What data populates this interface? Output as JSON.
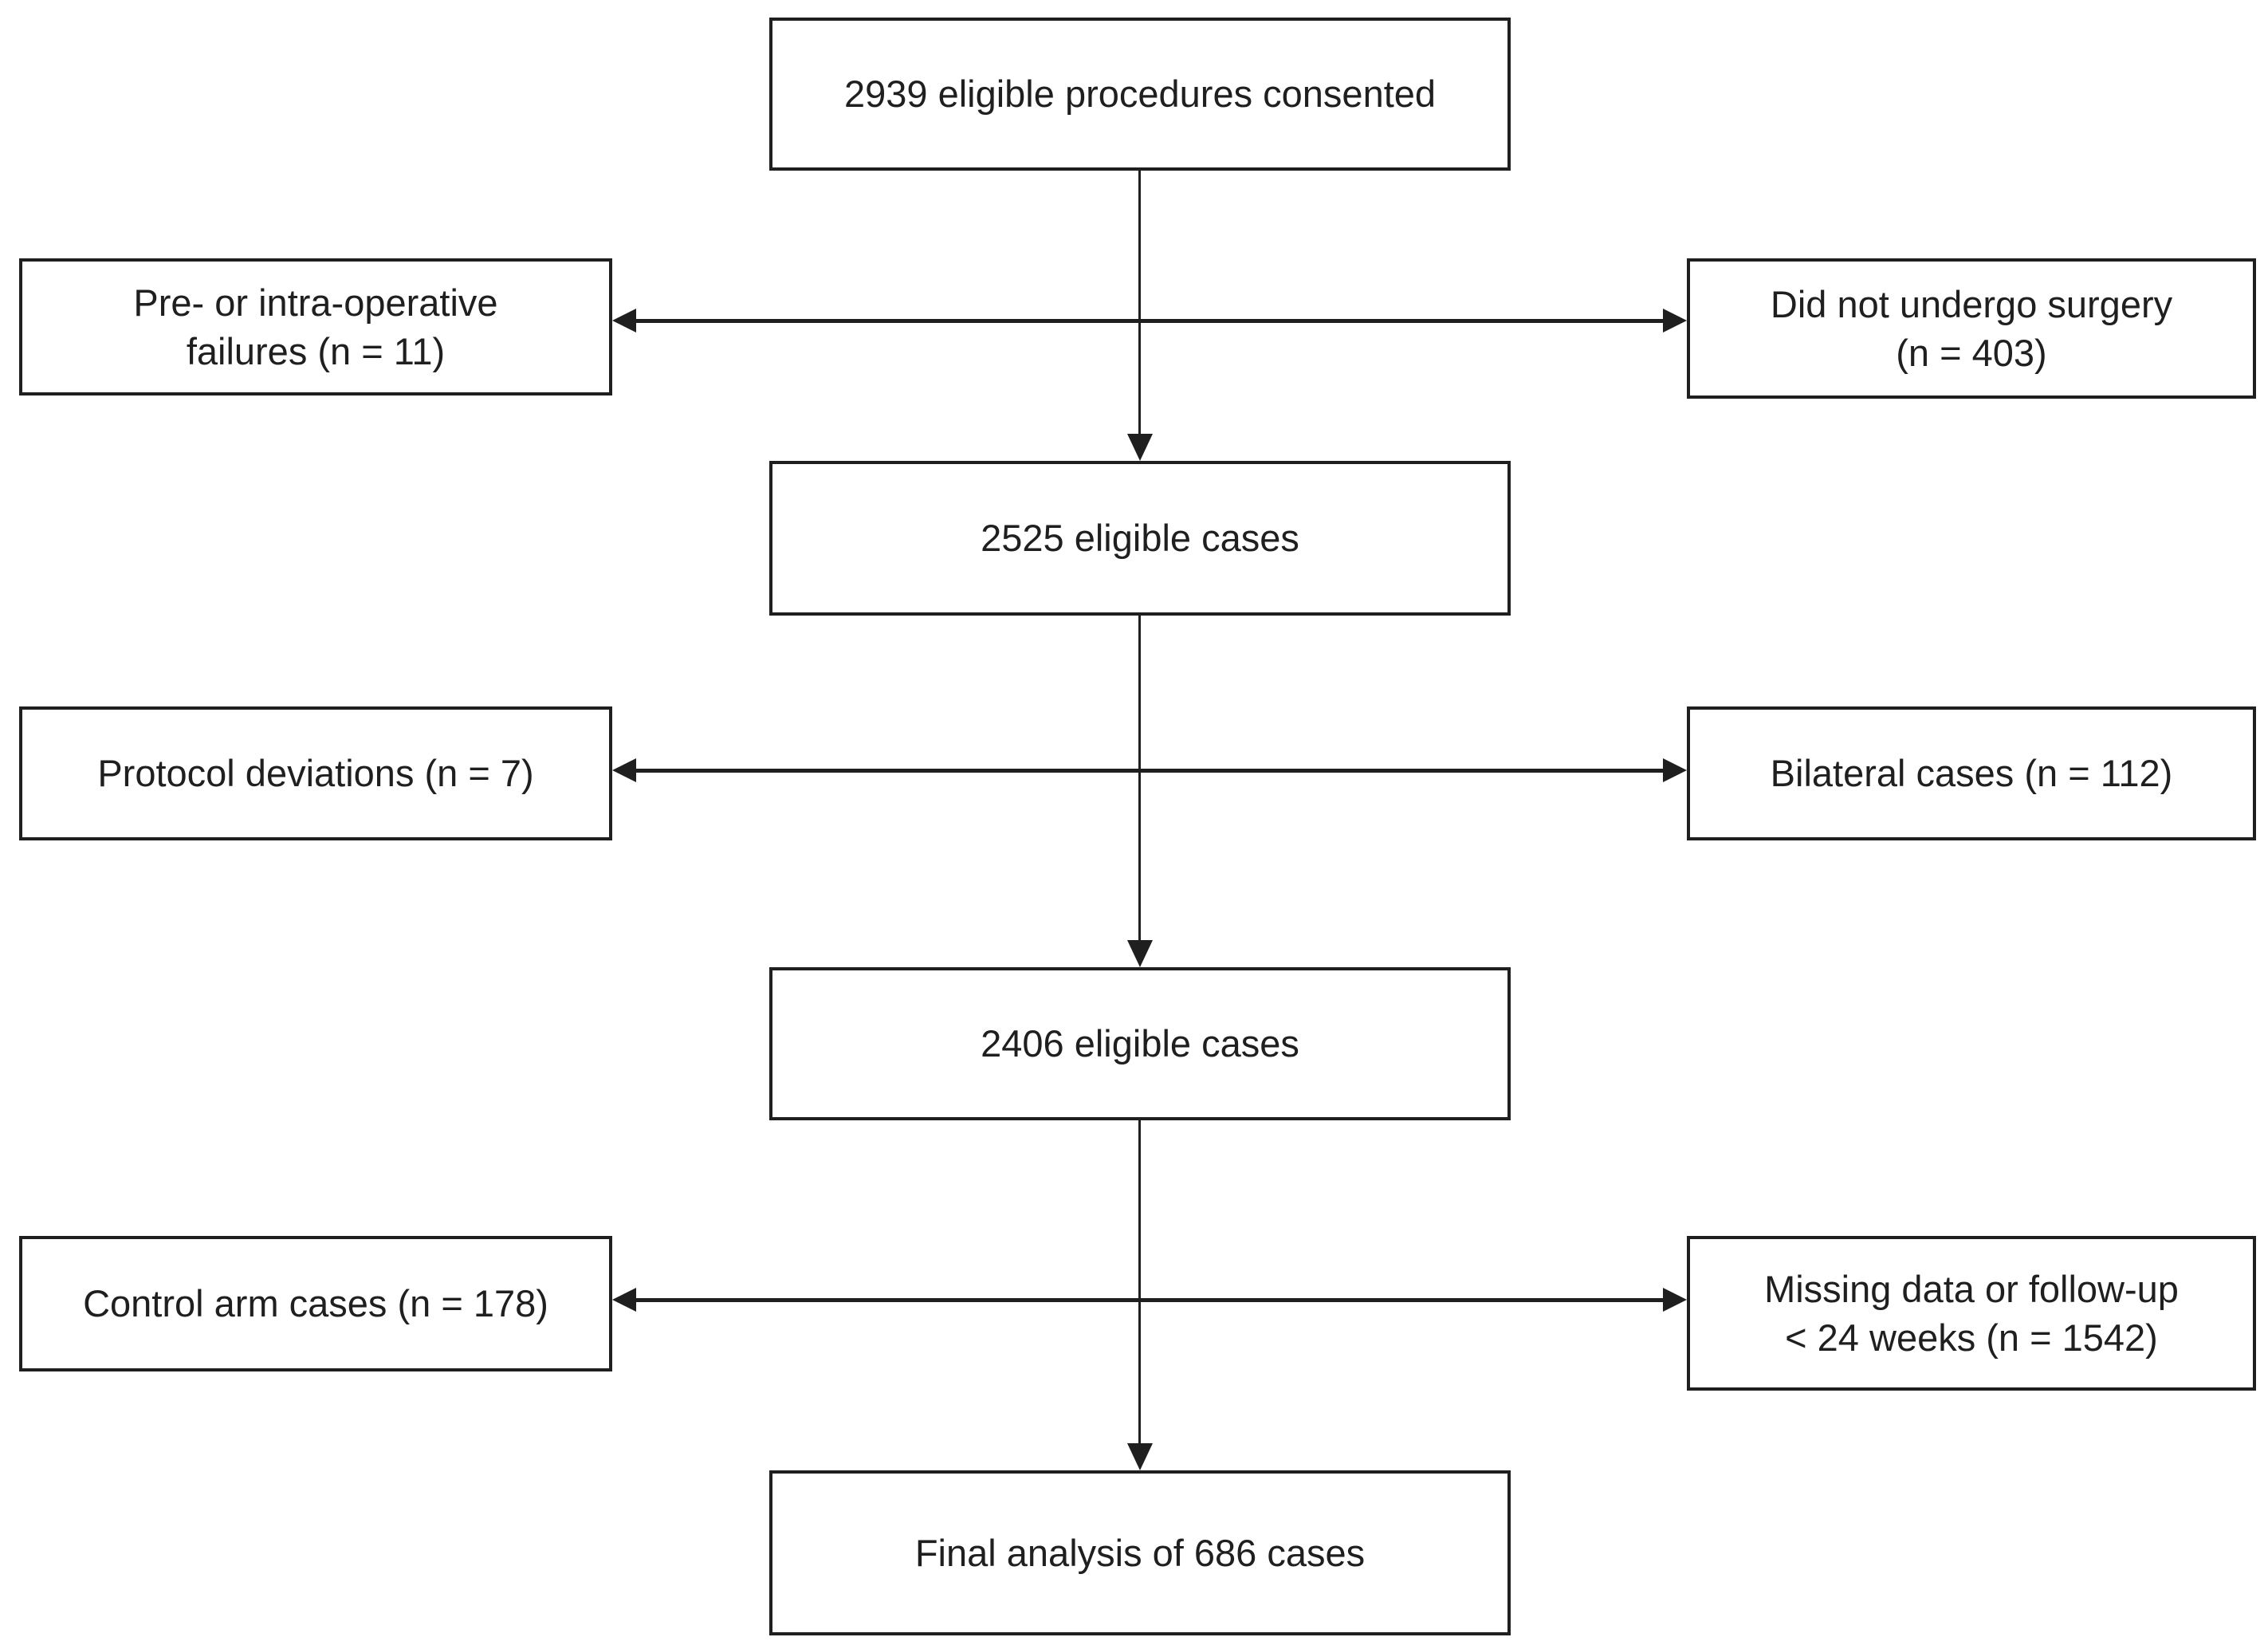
{
  "colors": {
    "ink": "#1f1f1f",
    "paper": "#ffffff"
  },
  "flow": {
    "type": "flowchart",
    "nodes": {
      "consented": {
        "lines": [
          "2939 eligible procedures consented"
        ]
      },
      "pre_intra_failures": {
        "lines": [
          "Pre- or intra-operative",
          "failures (n = 11)"
        ]
      },
      "no_surgery": {
        "lines": [
          "Did not undergo surgery",
          "(n = 403)"
        ]
      },
      "eligible_2525": {
        "lines": [
          "2525 eligible cases"
        ]
      },
      "protocol_deviations": {
        "lines": [
          "Protocol deviations (n = 7)"
        ]
      },
      "bilateral_cases": {
        "lines": [
          "Bilateral cases (n = 112)"
        ]
      },
      "eligible_2406": {
        "lines": [
          "2406 eligible cases"
        ]
      },
      "control_arm": {
        "lines": [
          "Control arm cases (n = 178)"
        ]
      },
      "missing_data": {
        "lines": [
          "Missing data or follow-up",
          "< 24 weeks (n = 1542)"
        ]
      },
      "final_analysis": {
        "lines": [
          "Final analysis of 686 cases"
        ]
      }
    },
    "edges": [
      {
        "from": "consented",
        "to": "pre_intra_failures",
        "direction": "left"
      },
      {
        "from": "consented",
        "to": "no_surgery",
        "direction": "right"
      },
      {
        "from": "consented",
        "to": "eligible_2525",
        "direction": "down"
      },
      {
        "from": "eligible_2525",
        "to": "protocol_deviations",
        "direction": "left"
      },
      {
        "from": "eligible_2525",
        "to": "bilateral_cases",
        "direction": "right"
      },
      {
        "from": "eligible_2525",
        "to": "eligible_2406",
        "direction": "down"
      },
      {
        "from": "eligible_2406",
        "to": "control_arm",
        "direction": "left"
      },
      {
        "from": "eligible_2406",
        "to": "missing_data",
        "direction": "right"
      },
      {
        "from": "eligible_2406",
        "to": "final_analysis",
        "direction": "down"
      }
    ]
  }
}
